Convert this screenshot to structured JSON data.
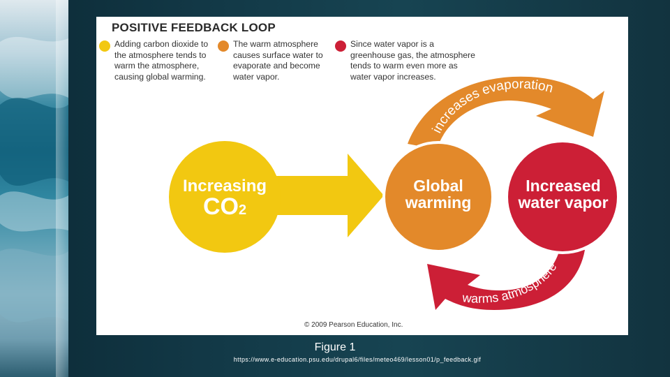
{
  "figure": {
    "title": "POSITIVE FEEDBACK LOOP",
    "steps": [
      {
        "color": "#f2c811",
        "text": "Adding carbon dioxide to\nthe atmosphere tends to\nwarm the atmosphere,\ncausing global warming."
      },
      {
        "color": "#e3892a",
        "text": "The warm atmosphere\ncauses surface water to\nevaporate and become\nwater vapor."
      },
      {
        "color": "#cc1f36",
        "text": "Since water vapor is a\ngreenhouse gas, the atmosphere\ntends to warm even more as\nwater vapor increases."
      }
    ],
    "nodes": {
      "co2_line1": "Increasing",
      "co2_line2": "CO",
      "co2_sub": "2",
      "global_line1": "Global",
      "global_line2": "warming",
      "vapor_line1": "Increased",
      "vapor_line2": "water vapor"
    },
    "arrow_labels": {
      "top": "increases evaporation",
      "bottom": "warms atmosphere"
    },
    "copyright": "© 2009 Pearson Education, Inc.",
    "colors": {
      "yellow": "#f2c811",
      "orange": "#e3892a",
      "red": "#cc1f36"
    }
  },
  "caption": "Figure 1",
  "source_url": "https://www.e-education.psu.edu/drupal6/files/meteo469/lesson01/p_feedback.gif"
}
